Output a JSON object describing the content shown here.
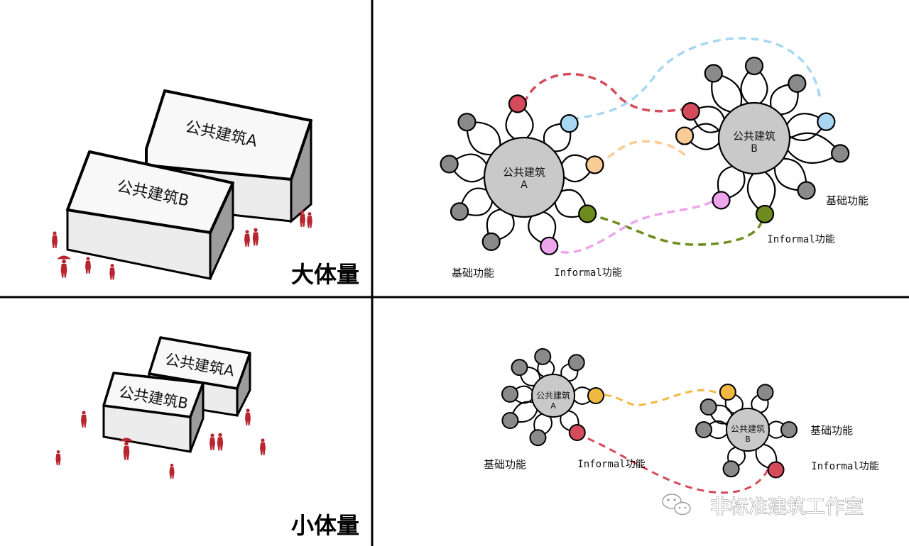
{
  "panels": {
    "large": {
      "title": "大体量",
      "block_a": "公共建筑A",
      "block_b": "公共建筑B"
    },
    "small": {
      "title": "小体量",
      "block_a": "公共建筑A",
      "block_b": "公共建筑B"
    }
  },
  "diagram_large": {
    "hub_a": {
      "line1": "公共建筑",
      "line2": "A"
    },
    "hub_b": {
      "line1": "公共建筑",
      "line2": "B"
    },
    "label_basic_left": "基础功能",
    "label_informal_left": "Informal功能",
    "label_basic_right": "基础功能",
    "label_informal_right": "Informal功能"
  },
  "diagram_small": {
    "hub_a": {
      "line1": "公共建筑",
      "line2": "A"
    },
    "hub_b": {
      "line1": "公共建筑",
      "line2": "B"
    },
    "label_basic_left": "基础功能",
    "label_informal_left": "Informal功能",
    "label_basic_right": "基础功能",
    "label_informal_right": "Informal功能"
  },
  "watermark": "非标准建筑工作室",
  "colors": {
    "basic_node": "#8a8a8a",
    "hub": "#c9c9c9",
    "red": "#d64b5c",
    "blue": "#a9d7f2",
    "peach": "#f9cc96",
    "olive": "#6e8c1e",
    "pink": "#eda5ec",
    "yellow": "#f0b840",
    "figure": "#b8252f"
  }
}
